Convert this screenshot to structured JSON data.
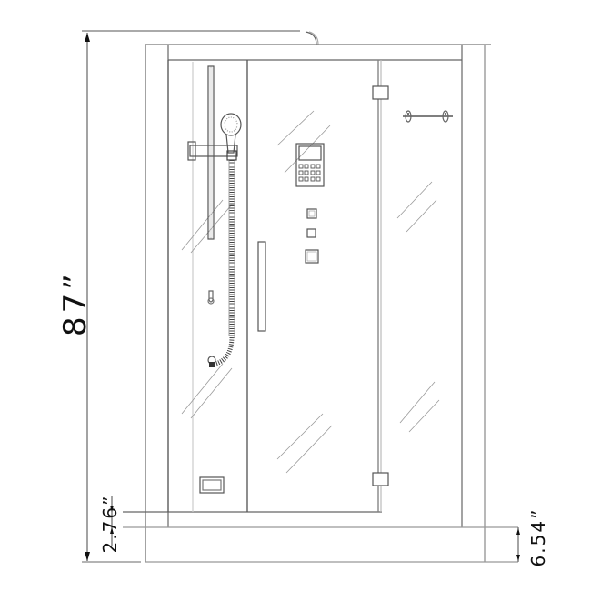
{
  "drawing": {
    "title": "Steam shower enclosure front elevation",
    "view": "front-elevation",
    "line_color": "#555555",
    "background": "#ffffff"
  },
  "dimensions": {
    "overall_height": {
      "label": "87”",
      "value": 87,
      "unit": "in"
    },
    "base_step_left": {
      "label": "2.76”",
      "value": 2.76,
      "unit": "in"
    },
    "base_step_right": {
      "label": "6.54”",
      "value": 6.54,
      "unit": "in"
    }
  },
  "components": [
    {
      "name": "outer-frame"
    },
    {
      "name": "left-fixed-panel"
    },
    {
      "name": "sliding-shower-rail"
    },
    {
      "name": "handheld-shower-head"
    },
    {
      "name": "shower-hose"
    },
    {
      "name": "hose-holder-hook"
    },
    {
      "name": "hose-wall-outlet"
    },
    {
      "name": "center-glass-door"
    },
    {
      "name": "door-handle"
    },
    {
      "name": "control-panel-keypad",
      "keys": 12
    },
    {
      "name": "body-jets",
      "count": 3
    },
    {
      "name": "right-glass-panel"
    },
    {
      "name": "door-hinges",
      "count": 2
    },
    {
      "name": "towel-bar"
    },
    {
      "name": "steam-outlet-vent"
    },
    {
      "name": "base-tray"
    },
    {
      "name": "roof-vent-pipe"
    }
  ]
}
